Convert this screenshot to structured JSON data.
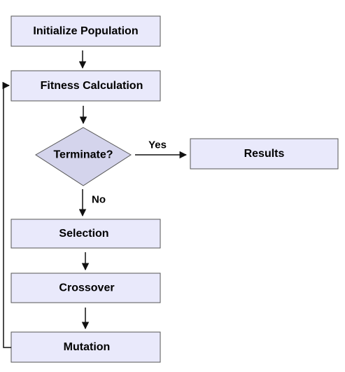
{
  "nodes": {
    "init": "Initialize Population",
    "fitness": "Fitness Calculation",
    "terminate": "Terminate?",
    "results": "Results",
    "selection": "Selection",
    "crossover": "Crossover",
    "mutation": "Mutation"
  },
  "edges": {
    "yes": "Yes",
    "no": "No"
  },
  "colors": {
    "box_fill": "#e9e9fb",
    "diamond_fill": "#d4d4ec",
    "border": "#555555",
    "arrow": "#111111"
  }
}
